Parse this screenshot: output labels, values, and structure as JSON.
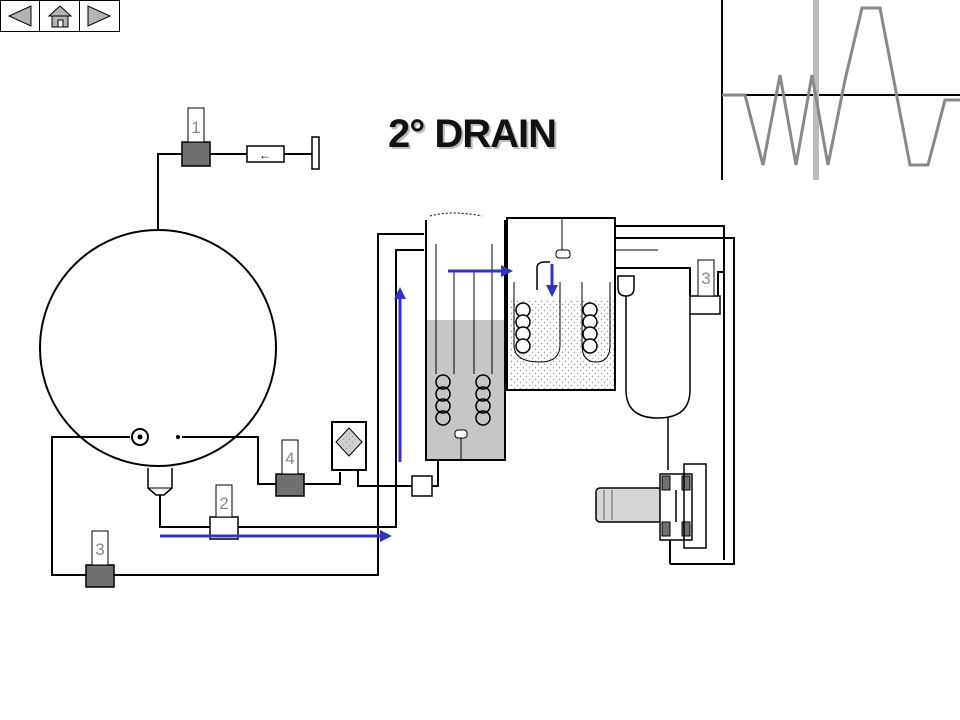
{
  "title": "2° DRAIN",
  "nav": {
    "back_icon": "triangle-left-icon",
    "home_icon": "home-icon",
    "forward_icon": "triangle-right-icon"
  },
  "labels": {
    "valve_top": "1",
    "valve_bottom": "2",
    "valve_left": "3",
    "valve_mid": "4",
    "valve_right": "3"
  },
  "colors": {
    "flow_arrow": "#3333bb",
    "pump_gray": "#707070",
    "liquid": "#c6c6c6",
    "waveform": "#888888"
  }
}
